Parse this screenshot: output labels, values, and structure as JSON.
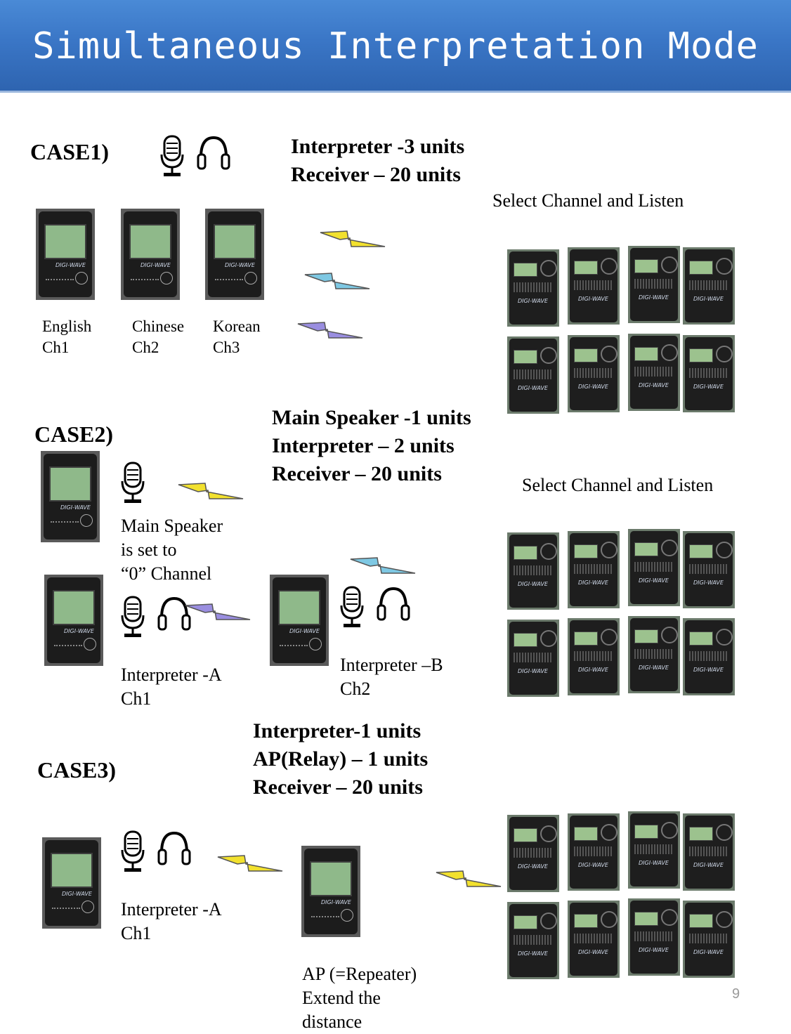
{
  "header": {
    "title": "Simultaneous Interpretation Mode"
  },
  "colors": {
    "banner": "#3a76c6",
    "bolt_yellow": "#f2e12e",
    "bolt_cyan": "#7ec8e3",
    "bolt_purple": "#9a8ee0"
  },
  "icons": [
    "microphone-icon",
    "headphones-icon",
    "lightning-bolt-icon"
  ],
  "device_brand": "DIGI-WAVE",
  "case1": {
    "label": "CASE1)",
    "heading": [
      "Interpreter -3 units",
      "Receiver – 20 units"
    ],
    "listen": "Select Channel and Listen",
    "channels": [
      {
        "language": "English",
        "channel": "Ch1"
      },
      {
        "language": "Chinese",
        "channel": "Ch2"
      },
      {
        "language": "Korean",
        "channel": "Ch3"
      }
    ]
  },
  "case2": {
    "label": "CASE2)",
    "heading": [
      "Main Speaker -1 units",
      "Interpreter – 2 units",
      "Receiver – 20 units"
    ],
    "listen": "Select Channel and Listen",
    "main_speaker_note": [
      "Main Speaker",
      "is set to",
      "“0” Channel"
    ],
    "interpreter_a": [
      "Interpreter -A",
      "Ch1"
    ],
    "interpreter_b": [
      "Interpreter –B",
      "Ch2"
    ]
  },
  "case3": {
    "label": "CASE3)",
    "heading": [
      "Interpreter-1 units",
      "AP(Relay) – 1 units",
      "Receiver – 20 units"
    ],
    "interpreter_a": [
      "Interpreter -A",
      "Ch1"
    ],
    "ap_note": [
      "AP (=Repeater)",
      "Extend the",
      "distance"
    ]
  },
  "page_number": "9"
}
